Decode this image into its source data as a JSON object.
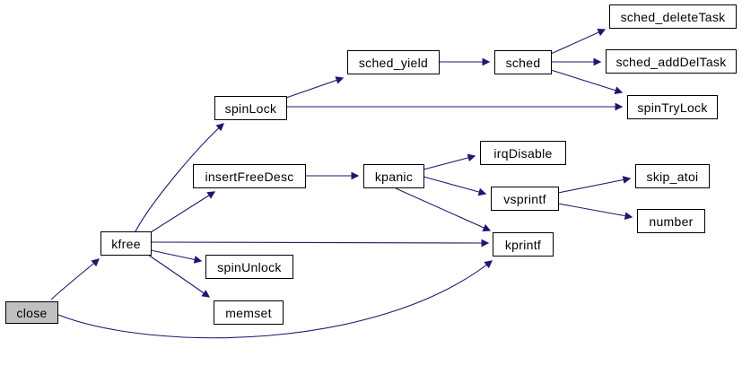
{
  "diagram": {
    "kind": "function-call-graph",
    "background_color": "#ffffff",
    "edge_color": "#191970",
    "node_border_color": "#000000",
    "node_fill_color": "#ffffff",
    "root_node_fill_color": "#c0c0c0",
    "root_node": "close",
    "nodes": {
      "close": {
        "label": "close"
      },
      "kfree": {
        "label": "kfree"
      },
      "spinLock": {
        "label": "spinLock"
      },
      "insertFreeDesc": {
        "label": "insertFreeDesc"
      },
      "spinUnlock": {
        "label": "spinUnlock"
      },
      "memset": {
        "label": "memset"
      },
      "sched_yield": {
        "label": "sched_yield"
      },
      "sched": {
        "label": "sched"
      },
      "sched_deleteTask": {
        "label": "sched_deleteTask"
      },
      "sched_addDelTask": {
        "label": "sched_addDelTask"
      },
      "spinTryLock": {
        "label": "spinTryLock"
      },
      "kpanic": {
        "label": "kpanic"
      },
      "irqDisable": {
        "label": "irqDisable"
      },
      "vsprintf": {
        "label": "vsprintf"
      },
      "kprintf": {
        "label": "kprintf"
      },
      "skip_atoi": {
        "label": "skip_atoi"
      },
      "number": {
        "label": "number"
      }
    },
    "edges": [
      {
        "from": "close",
        "to": "kfree"
      },
      {
        "from": "close",
        "to": "kprintf"
      },
      {
        "from": "kfree",
        "to": "spinLock"
      },
      {
        "from": "kfree",
        "to": "insertFreeDesc"
      },
      {
        "from": "kfree",
        "to": "kprintf"
      },
      {
        "from": "kfree",
        "to": "spinUnlock"
      },
      {
        "from": "kfree",
        "to": "memset"
      },
      {
        "from": "spinLock",
        "to": "sched_yield"
      },
      {
        "from": "spinLock",
        "to": "spinTryLock"
      },
      {
        "from": "sched_yield",
        "to": "sched"
      },
      {
        "from": "sched",
        "to": "sched_deleteTask"
      },
      {
        "from": "sched",
        "to": "sched_addDelTask"
      },
      {
        "from": "sched",
        "to": "spinTryLock"
      },
      {
        "from": "insertFreeDesc",
        "to": "kpanic"
      },
      {
        "from": "kpanic",
        "to": "irqDisable"
      },
      {
        "from": "kpanic",
        "to": "vsprintf"
      },
      {
        "from": "kpanic",
        "to": "kprintf"
      },
      {
        "from": "vsprintf",
        "to": "skip_atoi"
      },
      {
        "from": "vsprintf",
        "to": "number"
      }
    ]
  }
}
